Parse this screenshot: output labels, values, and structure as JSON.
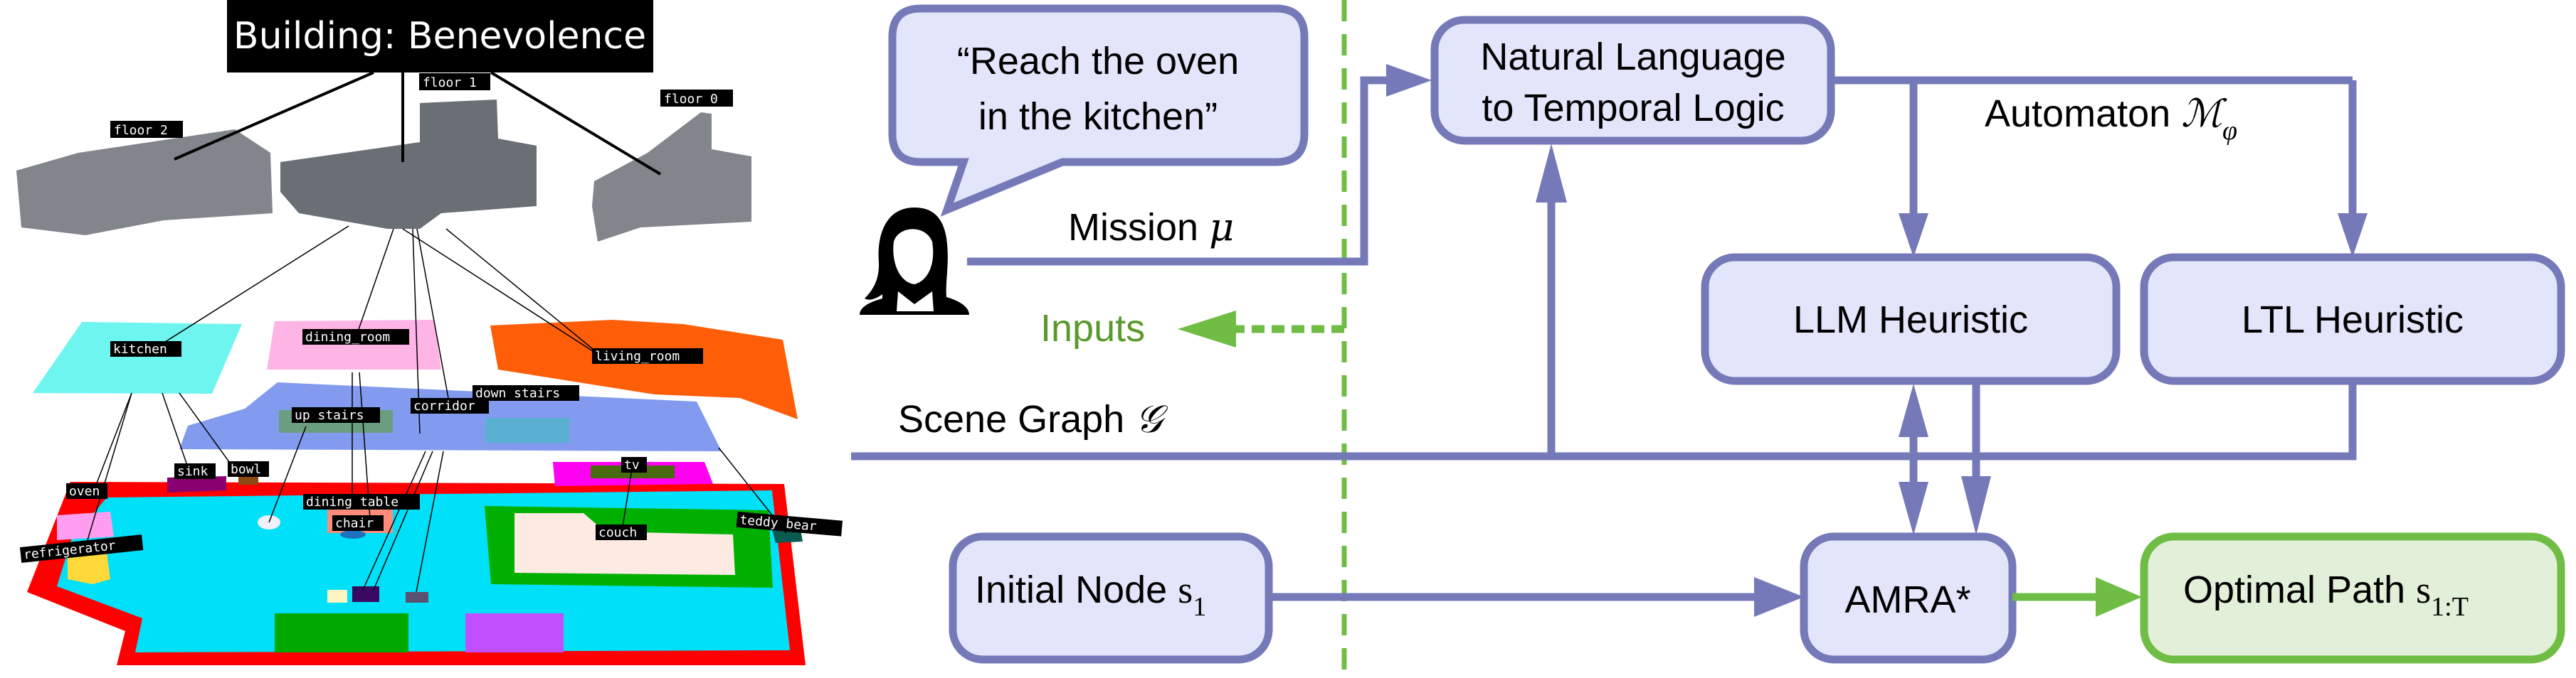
{
  "scene": {
    "building_title": "Building: Benevolence",
    "floors": [
      "floor 2",
      "floor 1",
      "floor 0"
    ],
    "rooms": [
      "kitchen",
      "dining_room",
      "living_room",
      "up stairs",
      "corridor",
      "down stairs"
    ],
    "objects": [
      "sink",
      "bowl",
      "oven",
      "refrigerator",
      "dining table",
      "chair",
      "tv",
      "couch",
      "teddy bear"
    ]
  },
  "flow": {
    "speech_line1": "“Reach the oven",
    "speech_line2": "in the kitchen”",
    "mission_label": "Mission",
    "mission_symbol": "μ",
    "inputs_label": "Inputs",
    "scene_graph_label": "Scene Graph",
    "scene_graph_symbol": "𝒢",
    "nl_box_line1": "Natural Language",
    "nl_box_line2": "to Temporal Logic",
    "automaton_label": "Automaton",
    "automaton_symbol": "ℳ",
    "automaton_sub": "φ",
    "llm_heuristic": "LLM Heuristic",
    "ltl_heuristic": "LTL Heuristic",
    "initial_node": "Initial Node",
    "initial_node_symbol": "s",
    "initial_node_sub": "1",
    "amra": "AMRA*",
    "optimal_path": "Optimal Path",
    "optimal_path_symbol": "s",
    "optimal_path_sub": "1:T"
  },
  "colors": {
    "box_stroke": "#7579b8",
    "box_fill": "#e3e5fa",
    "output_stroke": "#6fbd44",
    "output_fill": "#e2efd9",
    "inputs_text": "#5a9a2c"
  },
  "icons": [
    "person-icon"
  ]
}
